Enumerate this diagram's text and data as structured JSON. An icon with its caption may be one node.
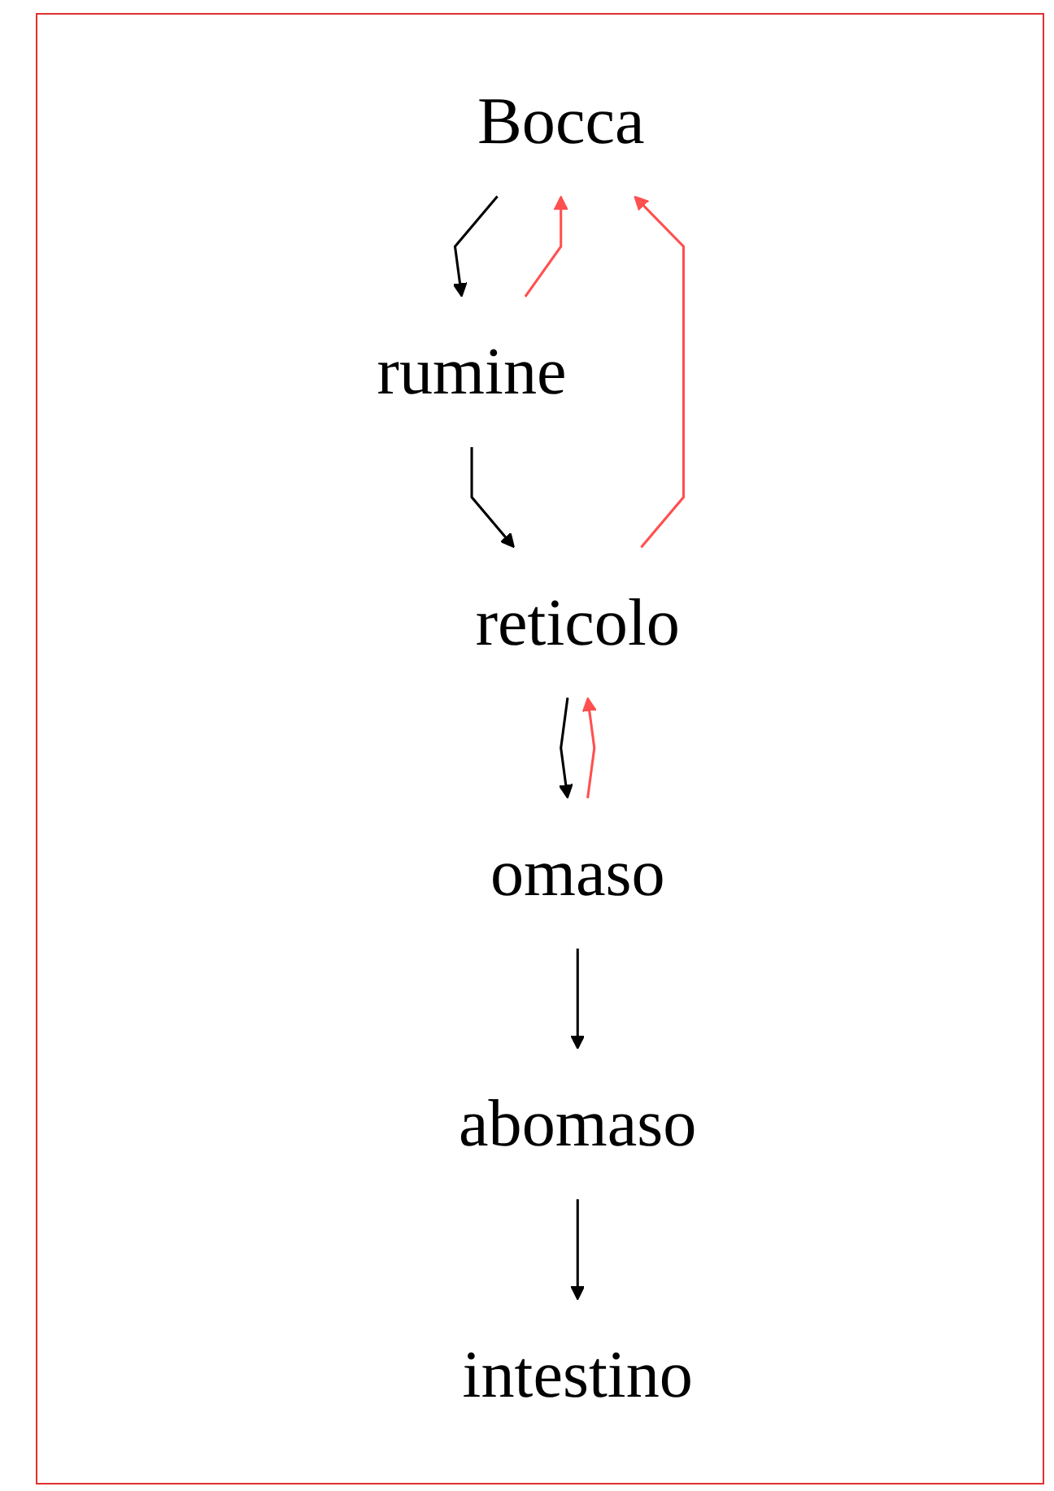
{
  "diagram": {
    "nodes": [
      {
        "text": [
          "Bocca"
        ]
      },
      {
        "text": [
          "rumine"
        ]
      },
      {
        "text": [
          "reticolo"
        ]
      },
      {
        "text": [
          "omaso"
        ]
      },
      {
        "text": [
          "abomaso"
        ]
      },
      {
        "text": [
          "intestino"
        ]
      }
    ],
    "edges": [
      {
        "from": 0,
        "to": 1,
        "arrow": "to"
      },
      {
        "from": 1,
        "to": 0,
        "arrow": "to",
        "color": "#ff5050"
      },
      {
        "from": 2,
        "to": 0,
        "arrow": "to",
        "color": "#ff5050"
      },
      {
        "from": 1,
        "to": 2,
        "arrow": "to"
      },
      {
        "from": 2,
        "to": 3,
        "arrow": "to"
      },
      {
        "from": 3,
        "to": 2,
        "arrow": "to",
        "color": "#ff5050"
      },
      {
        "from": 3,
        "to": 4,
        "arrow": "to"
      },
      {
        "from": 4,
        "to": 5,
        "arrow": "to"
      }
    ]
  }
}
